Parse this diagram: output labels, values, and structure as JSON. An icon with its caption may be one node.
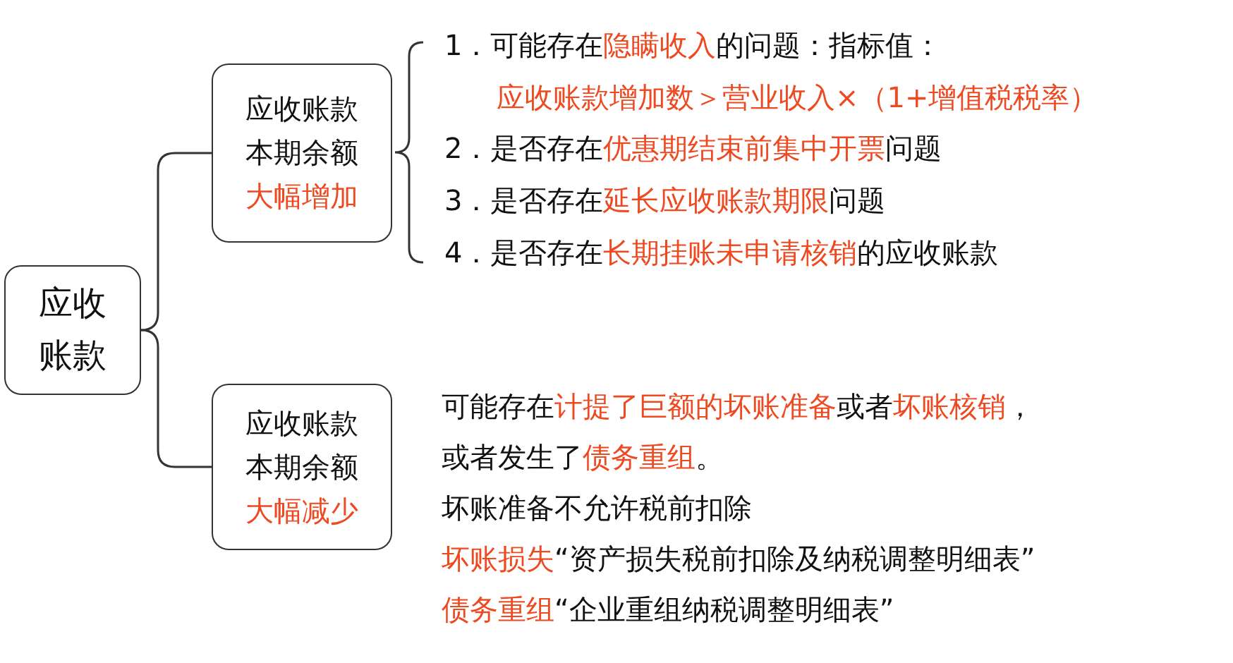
{
  "diagram": {
    "nodes": [
      {
        "text": [
          "应收账款"
        ]
      },
      {
        "text": [
          "应收账款本期余额**大幅增加**"
        ]
      },
      {
        "text": [
          "应收账款本期余额**大幅减少**"
        ]
      }
    ],
    "edges": [
      {
        "from": 0,
        "to": 1,
        "arrow": "none"
      },
      {
        "from": 0,
        "to": 2,
        "arrow": "none"
      }
    ],
    "labels": [
      "1．可能存在**隐瞒收入**的问题：指标值：",
      "**应收账款增加数＞营业收入×（1+增值税税率）**",
      "2．是否存在**优惠期结束前集中开票**问题",
      "3．是否存在**延长应收账款期限**问题",
      "4．是否存在**长期挂账未申请核销**的应收账款",
      "可能存在**计提了巨额的坏账准备**或者**坏账核销**，或者发生了**债务重组**。",
      "坏账准备不允许税前扣除",
      "**坏账损失**“资产损失税前扣除及纳税调整明细表”",
      "**债务重组**“企业重组纳税调整明细表”"
    ]
  }
}
